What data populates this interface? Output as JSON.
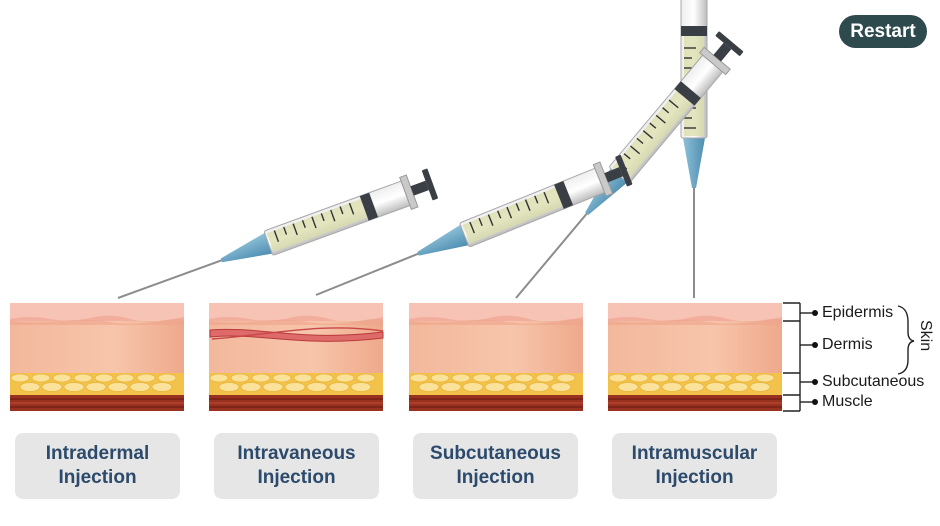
{
  "restart_label": "Restart",
  "injections": [
    {
      "line1": "Intradermal",
      "line2": "Injection"
    },
    {
      "line1": "Intravaneous",
      "line2": "Injection"
    },
    {
      "line1": "Subcutaneous",
      "line2": "Injection"
    },
    {
      "line1": "Intramuscular",
      "line2": "Injection"
    }
  ],
  "layers": {
    "epidermis": "Epidermis",
    "dermis": "Dermis",
    "subcutaneous": "Subcutaneous",
    "muscle": "Muscle",
    "skin": "Skin"
  },
  "colors": {
    "button": "#2e4a4d",
    "label_text": "#2c4a6b",
    "label_bg": "#e6e6e6",
    "epidermis": "#f6c3b5",
    "dermis": "#f2b193",
    "fat": "#f5c94a",
    "muscle": "#8e2a1c"
  }
}
